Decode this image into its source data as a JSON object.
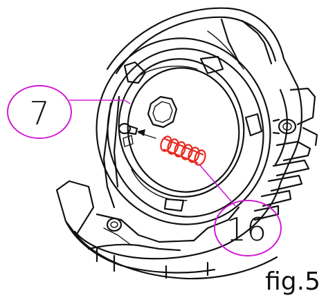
{
  "callouts": [
    {
      "id": "part-7",
      "label": "7"
    },
    {
      "id": "part-16",
      "label": "16"
    }
  ],
  "figure_label": "fig.5",
  "colors": {
    "callout": "#d01bd3",
    "spring": "#e8281e",
    "ink": "#111111"
  }
}
